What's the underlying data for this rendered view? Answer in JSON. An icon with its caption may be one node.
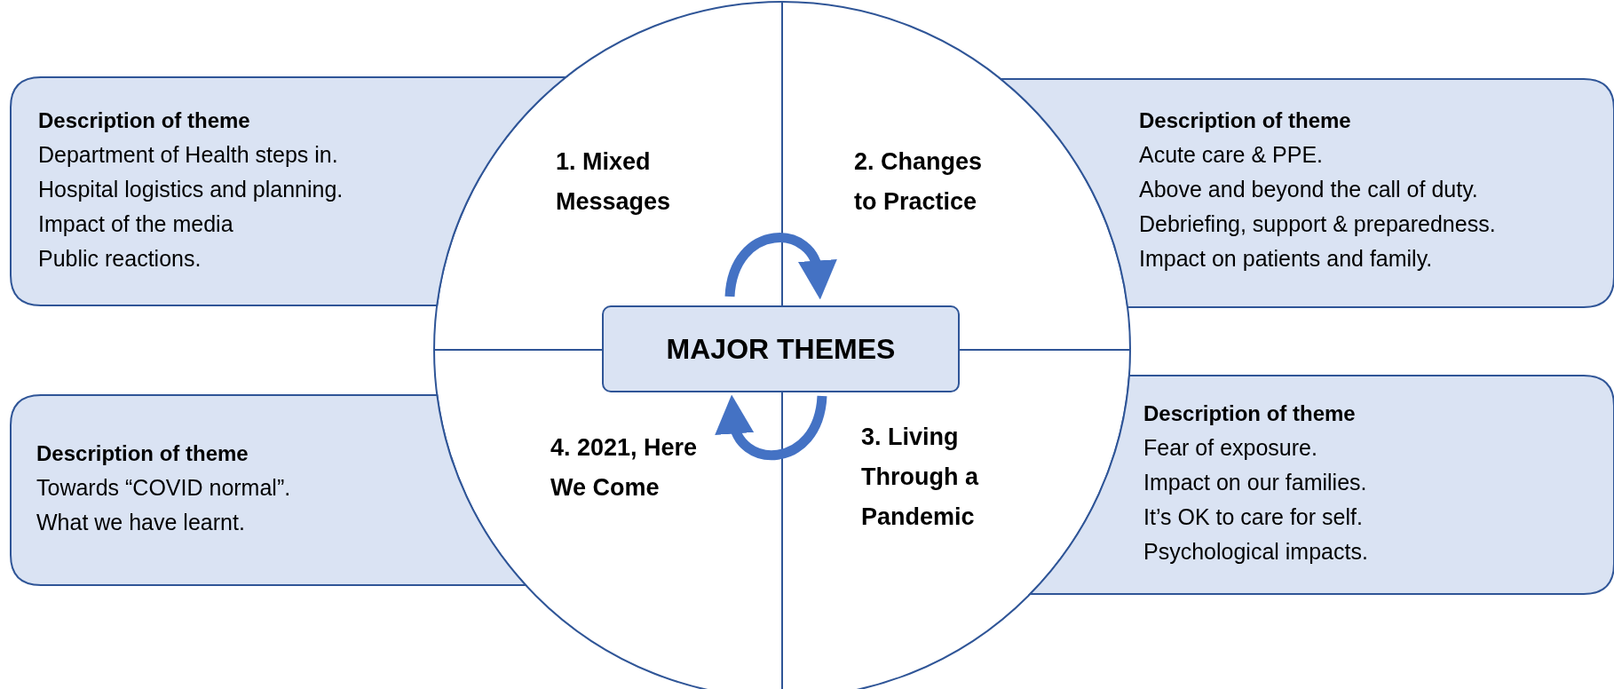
{
  "diagram": {
    "nodes": [
      {
        "text": [
          "Description of theme",
          "Department of Health steps in.",
          "Hospital logistics and planning.",
          "Impact of the media",
          "Public reactions."
        ]
      },
      {
        "text": [
          "Description of theme",
          "Acute care & PPE.",
          "Above and beyond the call of duty.",
          "Debriefing, support & preparedness.",
          "Impact on patients and family."
        ]
      },
      {
        "text": [
          "MAJOR THEMES"
        ]
      },
      {
        "text": [
          "Description of theme",
          "Towards “COVID normal”.",
          "What we have learnt."
        ]
      },
      {
        "text": [
          "Description of theme",
          "Fear of exposure.",
          "Impact on our families.",
          "It’s OK to care for self.",
          "Psychological impacts."
        ]
      }
    ],
    "edges": [],
    "labels": [
      "1. Mixed Messages",
      "2. Changes to Practice",
      "4. 2021, Here We Come",
      "3. Living Through a Pandemic"
    ]
  }
}
